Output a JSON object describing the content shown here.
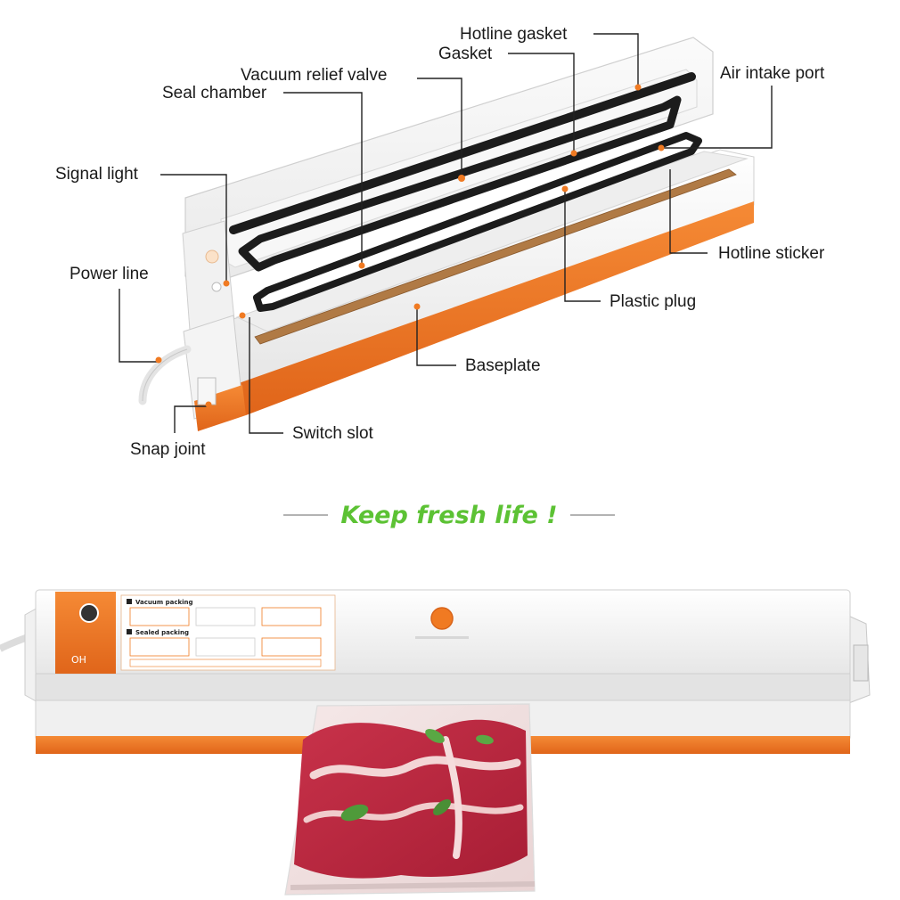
{
  "labels": {
    "hotline_gasket": "Hotline gasket",
    "gasket": "Gasket",
    "vacuum_relief_valve": "Vacuum relief valve",
    "air_intake_port": "Air intake port",
    "seal_chamber": "Seal chamber",
    "signal_light": "Signal light",
    "power_line": "Power line",
    "hotline_sticker": "Hotline sticker",
    "plastic_plug": "Plastic plug",
    "baseplate": "Baseplate",
    "switch_slot": "Switch slot",
    "snap_joint": "Snap joint"
  },
  "tagline": "Keep fresh life !",
  "product": {
    "panel_title_1": "Vacuum packing",
    "panel_title_2": "Sealed packing",
    "panel_brand": "OH"
  },
  "colors": {
    "accent": "#f07a22",
    "tagline": "#5cc234",
    "gasket": "#1c1c1c",
    "body": "#f4f4f4"
  }
}
